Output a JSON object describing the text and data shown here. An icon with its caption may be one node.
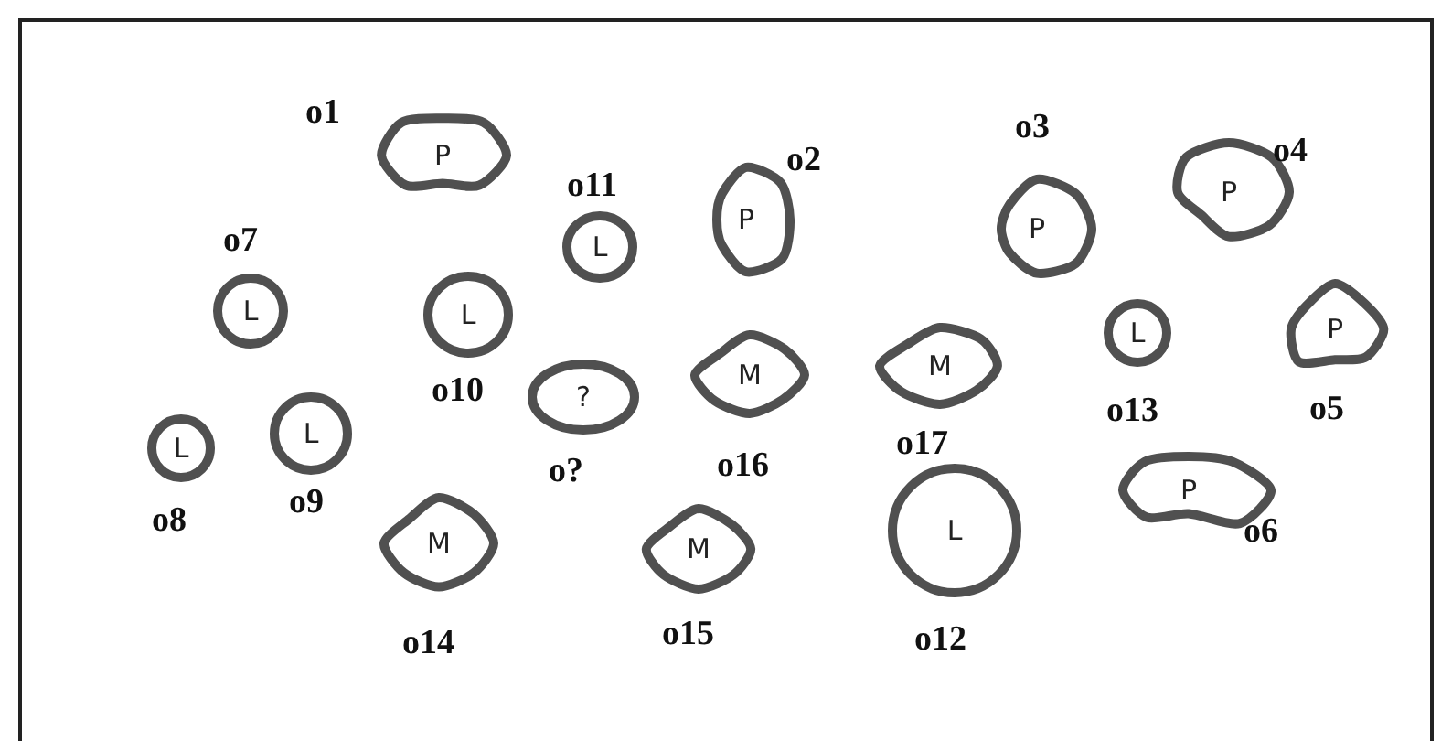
{
  "diagram": {
    "nodes": [
      {
        "text": [
          "P"
        ],
        "beside": [
          "o1"
        ]
      },
      {
        "text": [
          "L"
        ],
        "beside": [
          "o11"
        ]
      },
      {
        "text": [
          "P"
        ],
        "beside": [
          "o2"
        ]
      },
      {
        "text": [
          "P"
        ],
        "beside": [
          "o3"
        ]
      },
      {
        "text": [
          "P"
        ],
        "beside": [
          "o4"
        ]
      },
      {
        "text": [
          "L"
        ],
        "beside": [
          "o7"
        ]
      },
      {
        "text": [
          "L"
        ],
        "beside": [
          "o10"
        ]
      },
      {
        "text": [
          "L"
        ],
        "beside": [
          "o13"
        ]
      },
      {
        "text": [
          "P"
        ],
        "beside": [
          "o5"
        ]
      },
      {
        "text": [
          "M"
        ],
        "beside": [
          "o16"
        ]
      },
      {
        "text": [
          "M"
        ],
        "beside": [
          "o17"
        ]
      },
      {
        "text": [
          "?"
        ],
        "beside": [
          "o?"
        ]
      },
      {
        "text": [
          "L"
        ],
        "beside": [
          "o8"
        ]
      },
      {
        "text": [
          "L"
        ],
        "beside": [
          "o9"
        ]
      },
      {
        "text": [
          "P"
        ],
        "beside": [
          "o6"
        ]
      },
      {
        "text": [
          "M"
        ],
        "beside": [
          "o14"
        ]
      },
      {
        "text": [
          "M"
        ],
        "beside": [
          "o15"
        ]
      },
      {
        "text": [
          "L"
        ],
        "beside": [
          "o12"
        ]
      }
    ]
  }
}
